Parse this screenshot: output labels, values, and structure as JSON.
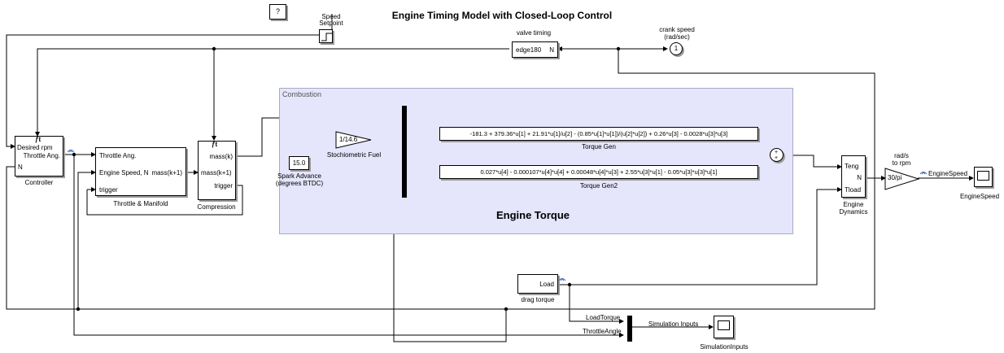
{
  "title": "Engine Timing Model with Closed-Loop Control",
  "help_label": "?",
  "speed_setpoint": {
    "label_line1": "Speed",
    "label_line2": "Setpoint"
  },
  "valve_timing": {
    "title": "valve timing",
    "in_port": "edge180",
    "out_port": "N"
  },
  "crank_speed": {
    "label_line1": "crank speed",
    "label_line2": "(rad/sec)",
    "port_number": "1"
  },
  "controller": {
    "name": "Controller",
    "port_desired": "Desired rpm",
    "port_throttle": "Throttle Ang.",
    "port_n": "N",
    "trigger_icon": "ƒt"
  },
  "throttle_manifold": {
    "name": "Throttle & Manifold",
    "port_in1": "Throttle Ang.",
    "port_in2": "Engine Speed, N",
    "port_in3": "trigger",
    "port_out": "mass(k+1)"
  },
  "compression": {
    "name": "Compression",
    "trigger_icon": "ƒt",
    "port_out": "mass(k)",
    "port_in": "mass(k+1)",
    "port_trigger": "trigger"
  },
  "combustion": {
    "subsystem_label": "Combustion",
    "fuel_gain": "1/14.6",
    "fuel_label": "Stochiometric Fuel",
    "spark_value": "15.0",
    "spark_label_line1": "Spark Advance",
    "spark_label_line2": "(degrees BTDC)",
    "torque_gen_expr": "-181.3 + 379.36*u[1] + 21.91*u[1]/u[2] - (0.85*u[1]*u[1])/(u[2]*u[2]) + 0.26*u[3] - 0.0028*u[3]*u[3]",
    "torque_gen_label": "Torque Gen",
    "torque_gen2_expr": "0.027*u[4] - 0.000107*u[4]*u[4] + 0.00048*u[4]*u[3] + 2.55*u[3]*u[1] - 0.05*u[3]*u[3]*u[1]",
    "torque_gen2_label": "Torque Gen2",
    "engine_torque_label": "Engine Torque",
    "sum_signs": [
      "+",
      "+"
    ]
  },
  "engine_dynamics": {
    "name_line1": "Engine",
    "name_line2": "Dynamics",
    "port_teng": "Teng",
    "port_tload": "Tload",
    "port_n": "N"
  },
  "rpm_gain": {
    "value": "30/pi",
    "label_line1": "rad/s",
    "label_line2": "to rpm"
  },
  "engine_speed_signal": "EngineSpeed",
  "engine_speed_scope": "EngineSpeed",
  "drag_torque": {
    "port": "Load",
    "name": "drag torque"
  },
  "load_torque_signal": "LoadTorque",
  "throttle_angle_signal": "ThrottleAngle",
  "simulation_inputs_signal": "Simulation Inputs",
  "simulation_inputs_scope": "SimulationInputs",
  "colors": {
    "subsystem_fill": "#e5e5fb",
    "subsystem_border": "#a9a9c9",
    "line": "#000000",
    "logged_signal": "#3a6fc4"
  }
}
